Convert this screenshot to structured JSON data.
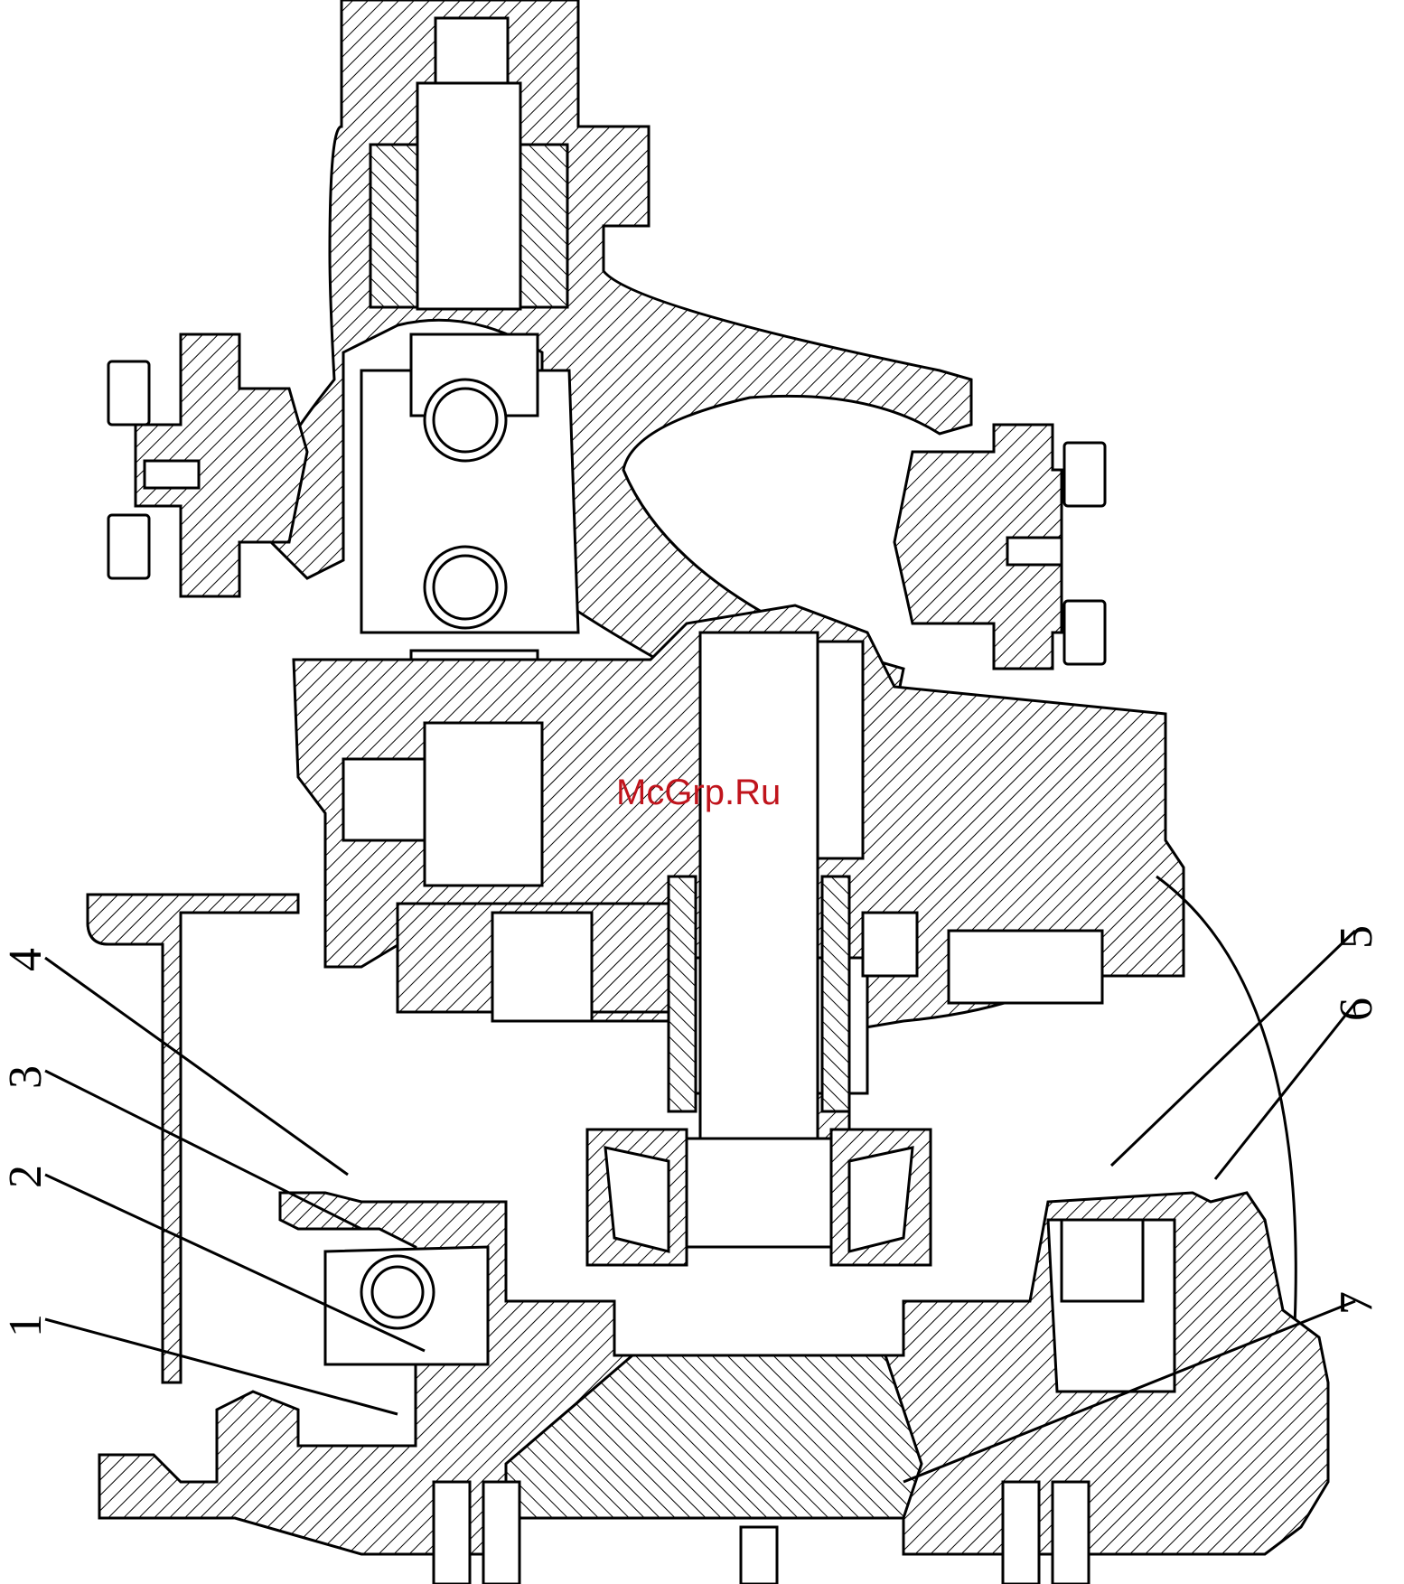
{
  "watermark": "McGrp.Ru",
  "callouts": [
    {
      "id": "1",
      "label": "1"
    },
    {
      "id": "2",
      "label": "2"
    },
    {
      "id": "3",
      "label": "3"
    },
    {
      "id": "4",
      "label": "4"
    },
    {
      "id": "5",
      "label": "5"
    },
    {
      "id": "6",
      "label": "6"
    },
    {
      "id": "7",
      "label": "7"
    }
  ],
  "colors": {
    "line": "#000000",
    "background": "#ffffff",
    "watermark": "#c0141c"
  }
}
